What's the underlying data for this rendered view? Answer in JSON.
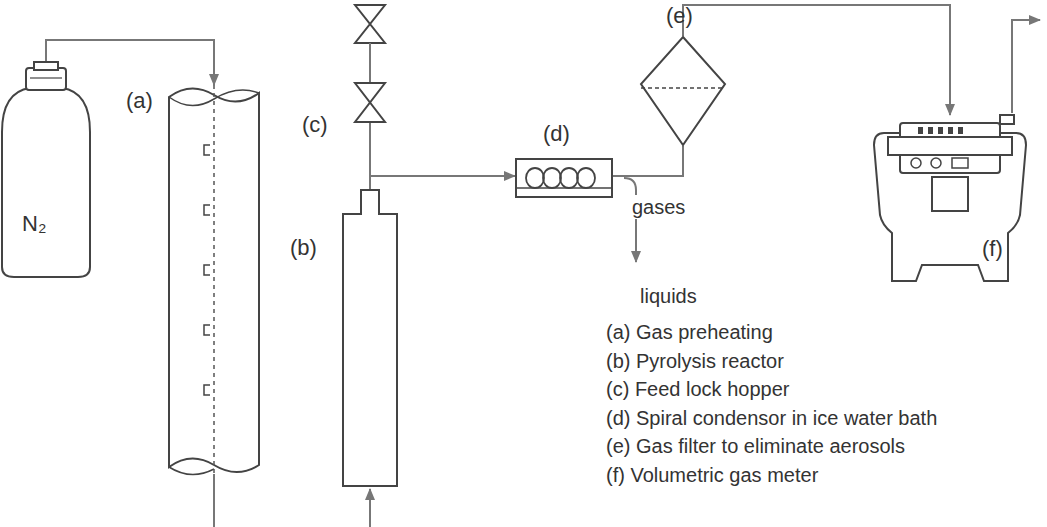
{
  "diagram": {
    "nodes": [
      {
        "text": [
          "N₂"
        ]
      },
      {
        "text": [
          "(a)"
        ]
      },
      {
        "text": [
          "(c)"
        ]
      },
      {
        "text": [
          "(b)"
        ]
      },
      {
        "text": [
          "(d)"
        ]
      },
      {
        "text": [
          "(e)"
        ]
      },
      {
        "text": [
          "(f)"
        ]
      }
    ],
    "edges": [
      {
        "from": 0,
        "to": 1,
        "arrow": "to"
      },
      {
        "from": 2,
        "to": 3,
        "arrow": "none"
      },
      {
        "from": 3,
        "to": 4,
        "arrow": "to"
      },
      {
        "from": 4,
        "to": 5,
        "arrow": "none"
      },
      {
        "from": 5,
        "to": 6,
        "arrow": "to"
      }
    ],
    "labels": [
      "gases",
      "liquids",
      "(a) Gas preheating",
      "(b) Pyrolysis reactor",
      "(c) Feed lock hopper",
      "(d) Spiral condensor in ice water bath",
      "(e) Gas filter to eliminate aerosols",
      "(f) Volumetric gas meter"
    ]
  }
}
